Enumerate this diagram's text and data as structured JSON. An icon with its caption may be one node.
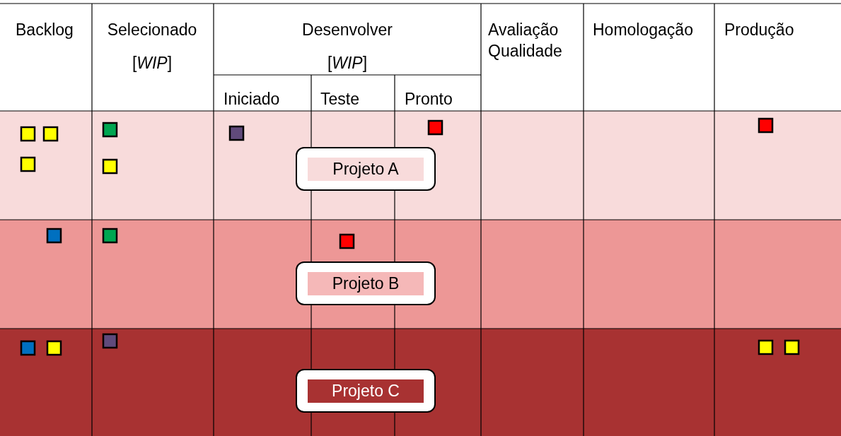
{
  "diagram": {
    "nodes": [
      {
        "text": [
          "Projeto A"
        ]
      },
      {
        "text": [
          "Projeto B"
        ]
      },
      {
        "text": [
          "Projeto C"
        ]
      }
    ],
    "labels": [
      "Backlog",
      "Selecionado",
      "[*WIP*]",
      "Desenvolver",
      "[*WIP*]",
      "Avaliação Qualidade",
      "Homologação",
      "Produção",
      "Iniciado",
      "Teste",
      "Pronto"
    ]
  }
}
